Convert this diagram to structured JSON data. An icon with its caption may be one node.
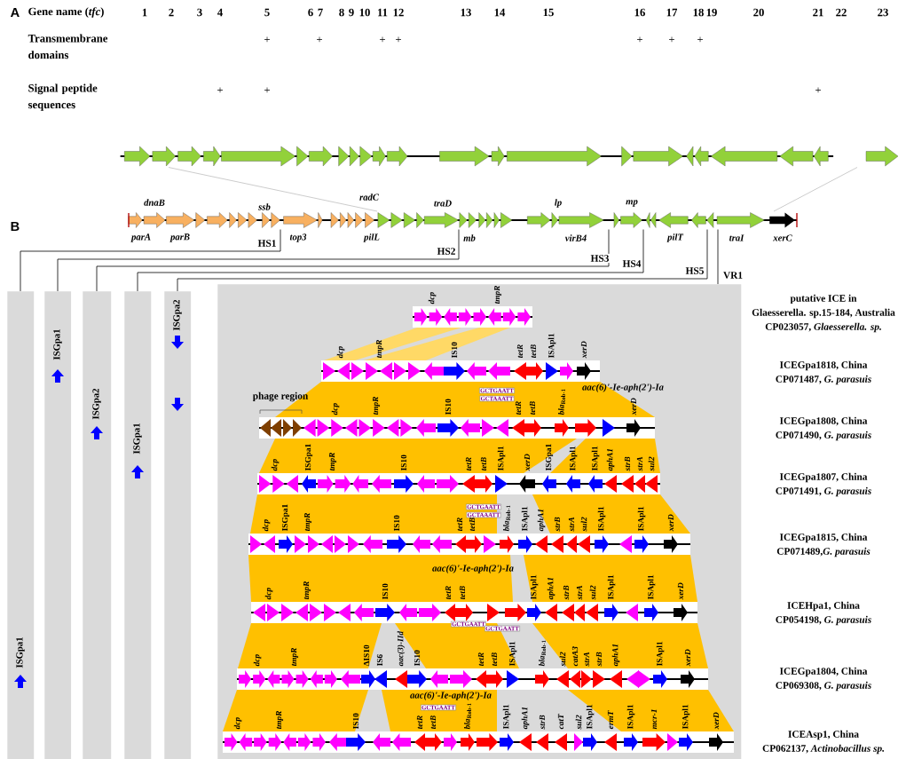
{
  "diagram": {
    "nodes": [
      {
        "text": [
          "ISGpa1"
        ]
      },
      {
        "text": [
          "ISGpa1"
        ]
      },
      {
        "text": [
          "ISGpa2"
        ]
      },
      {
        "text": [
          "ISGpa1"
        ]
      },
      {
        "text": [
          "ISGpa2"
        ]
      },
      {
        "text": [],
        "shape": "box"
      },
      {
        "text": [],
        "shape": "bar"
      },
      {
        "text": [],
        "shape": "bar"
      }
    ],
    "edges": [
      {
        "from": 7,
        "to": 0,
        "arrow": "none",
        "label": "HS1"
      },
      {
        "from": 7,
        "to": 1,
        "arrow": "none",
        "label": "HS2"
      },
      {
        "from": 7,
        "to": 2,
        "arrow": "none",
        "label": "HS3"
      },
      {
        "from": 7,
        "to": 3,
        "arrow": "none",
        "label": "HS4"
      },
      {
        "from": 7,
        "to": 4,
        "arrow": "none",
        "label": "HS5"
      },
      {
        "from": 7,
        "to": 5,
        "arrow": "none",
        "label": "VR1"
      },
      {
        "from": 6,
        "to": 7,
        "arrow": "none",
        "color": "#bfbfbf"
      },
      {
        "from": 6,
        "to": 7,
        "arrow": "none",
        "color": "#bfbfbf"
      }
    ],
    "labels": [
      "A",
      "Gene name (*tfc*)",
      "1",
      "2",
      "3",
      "4",
      "5",
      "6",
      "7",
      "8",
      "9",
      "10",
      "11",
      "12",
      "13",
      "14",
      "15",
      "16",
      "17",
      "18",
      "19",
      "20",
      "21",
      "22",
      "23",
      "Transmembrane domains",
      "+",
      "+",
      "+",
      "+",
      "+",
      "+",
      "+",
      "Signal peptide sequences",
      "+",
      "+",
      "+",
      "B",
      "dnaB",
      "ssb",
      "radC",
      "traD",
      "lp",
      "mp",
      "parA",
      "parB",
      "top3",
      "pilL",
      "mb",
      "virB4",
      "pilT",
      "traI",
      "xerC",
      "dcp",
      "tmpR",
      "putative ICE in",
      "Glaesserella. sp.15-184, Australia",
      "CP023057, *Glaesserella. sp.*",
      "dcp",
      "tmpR",
      "IS10",
      "tetR",
      "tetB",
      "ISApl1",
      "xerD",
      "ICEGpa1818, China",
      "CP071487, *G. parasuis*",
      "aac(6)'-Ie-aph(2')-Ia",
      "GCTGAATT",
      "GCTAAATT",
      "phage region",
      "dcp",
      "tmpR",
      "IS10",
      "tetR",
      "tetB",
      "*bla*$_{Rob-1}$",
      "xerD",
      "ICEGpa1808, China",
      "CP071490, *G. parasuis*",
      "dcp",
      "ISGpa1",
      "tmpR",
      "IS10",
      "tetR",
      "tetB",
      "ISApl1",
      "xerD",
      "ISGpa1",
      "ISApl1",
      "ISApl1",
      "aphA1",
      "strB",
      "strA",
      "sul2",
      "ICEGpa1807, China",
      "CP071491, *G. parasuis*",
      "GCTGAATT",
      "GCTAAATT",
      "dcp",
      "ISGpa1",
      "tmpR",
      "IS10",
      "tetR",
      "tetB",
      "*bla*$_{Rob-1}$",
      "ISApl1",
      "aphA1",
      "strB",
      "strA",
      "sul2",
      "ISApl1",
      "ISApl1",
      "xerD",
      "ICEGpa1815, China",
      "CP071489,*G. parasuis*",
      "aac(6)'-Ie-aph(2')-Ia",
      "dcp",
      "tmpR",
      "IS10",
      "tetR",
      "tetB",
      "ISApl1",
      "aphA1",
      "strB",
      "strA",
      "sul2",
      "ISApl1",
      "ISApl1",
      "xerD",
      "ICEHpa1, China",
      "CP054198, *G. parasuis*",
      "GCTGAATT",
      "GCTGAATT",
      "dcp",
      "tmpR",
      "ΔIS10",
      "IS6",
      "aac(3)-IId",
      "IS10",
      "tetR",
      "tetB",
      "ISApl1",
      "*bla*$_{Rob-1}$",
      "sul2",
      "catA3",
      "strA",
      "strB",
      "aphA1",
      "ISApl1",
      "xerD",
      "ICEGpa1804, China",
      "CP069308, *G. parasuis*",
      "aac(6)'-Ie-aph(2')-Ia",
      "GCTGAATT",
      "dcp",
      "tmpR",
      "IS10",
      "tetR",
      "tetB",
      "*bla*$_{Rob-1}$",
      "ISApl1",
      "aphA1",
      "strB",
      "catT",
      "sul2",
      "ISApl1",
      "ermT",
      "ISApl1",
      "mcr-1",
      "ISApl1",
      "xerD",
      "ICEAsp1, China",
      "CP062137, *Actinobacillus sp.*"
    ]
  }
}
